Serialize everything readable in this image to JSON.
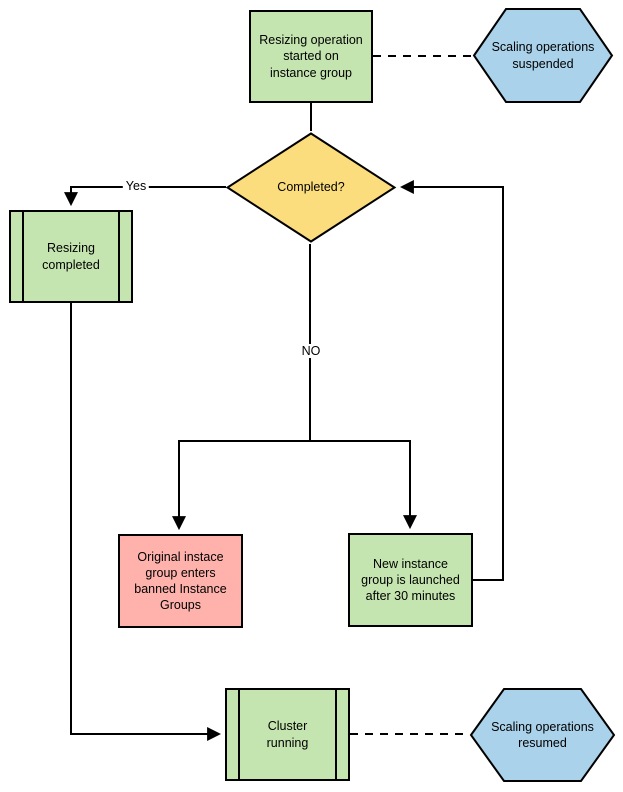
{
  "colors": {
    "green": "#c5e5b0",
    "yellow": "#fcdd7e",
    "blue": "#aad2ea",
    "pink": "#feb2ab",
    "line": "#000000"
  },
  "nodes": {
    "resize_started": {
      "label": "Resizing operation\nstarted on\ninstance group"
    },
    "scaling_suspended": {
      "label": "Scaling operations\nsuspended"
    },
    "completed": {
      "label": "Completed?"
    },
    "resizing_completed": {
      "label": "Resizing\ncompleted"
    },
    "banned_group": {
      "label": "Original instace\ngroup enters\nbanned Instance\nGroups"
    },
    "new_group": {
      "label": "New instance\ngroup is launched\nafter 30 minutes"
    },
    "cluster_running": {
      "label": "Cluster\nrunning"
    },
    "scaling_resumed": {
      "label": "Scaling operations\nresumed"
    }
  },
  "edge_labels": {
    "yes": "Yes",
    "no": "NO"
  }
}
